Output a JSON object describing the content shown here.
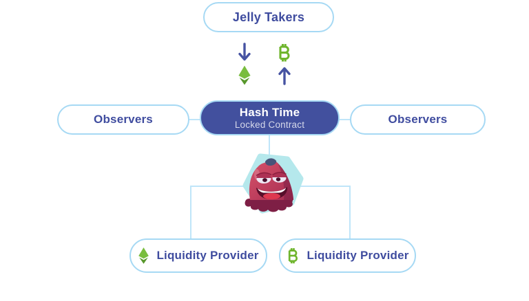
{
  "nodes": {
    "jelly_takers": {
      "label": "Jelly Takers"
    },
    "observers_left": {
      "label": "Observers"
    },
    "observers_right": {
      "label": "Observers"
    },
    "htlc": {
      "title": "Hash Time",
      "subtitle": "Locked Contract"
    },
    "lp_left": {
      "label": "Liquidity Provider",
      "icon": "ethereum-icon"
    },
    "lp_right": {
      "label": "Liquidity Provider",
      "icon": "bitcoin-icon"
    }
  },
  "exchange_icons": {
    "down_arrow": "arrow-down-icon",
    "bitcoin": "bitcoin-icon",
    "ethereum": "ethereum-icon",
    "up_arrow": "arrow-up-icon"
  },
  "mascot": {
    "name": "jelly-mascot"
  },
  "colors": {
    "accent_border": "#A6D9F4",
    "connector_line": "#BFE5F9",
    "indigo_text": "#3F4C9F",
    "htlc_background": "#42509E",
    "htlc_title_text": "#FFFFFF",
    "htlc_subtitle_text": "#D6D9EA",
    "crypto_green": "#6FB52D",
    "crypto_green_dark": "#58982C",
    "arrow_indigo": "#4653A2",
    "mascot_hex_teal": "#B5E8EC",
    "mascot_body_red": "#C13B55",
    "mascot_skirt_maroon": "#7E1F45"
  }
}
